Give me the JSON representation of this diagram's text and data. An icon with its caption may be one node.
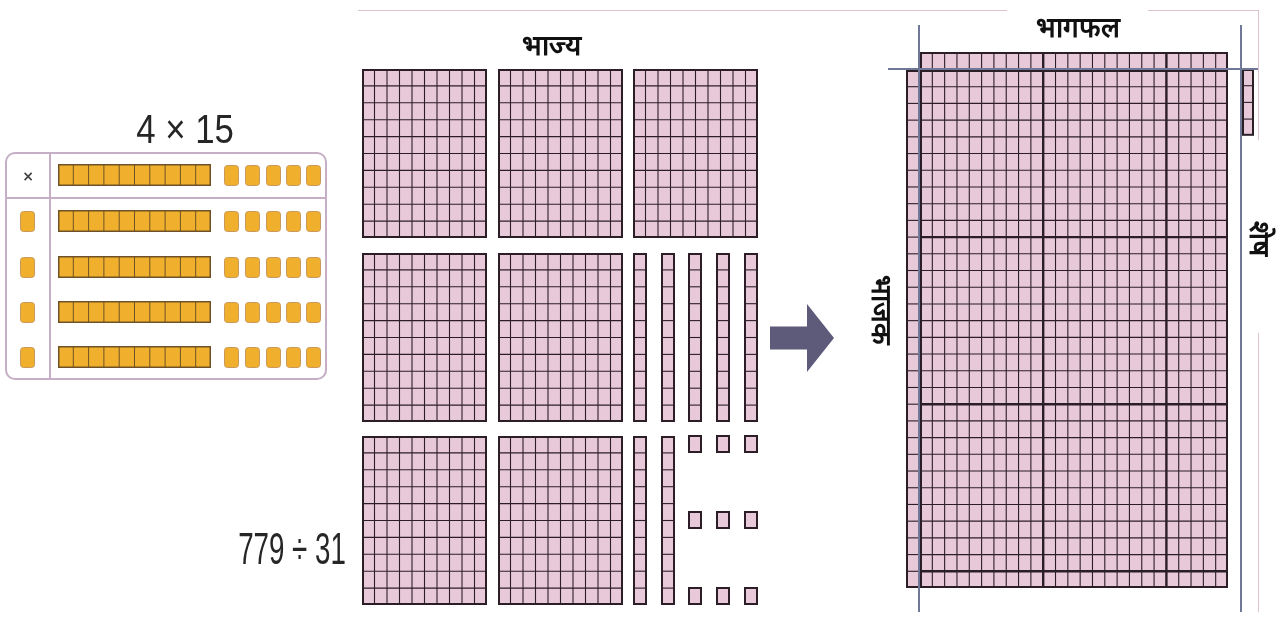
{
  "diagram": {
    "nodes": [
      {
        "text": [
          "4 × 15",
          "×"
        ]
      },
      {
        "text": [
          "भाज्य"
        ],
        "beside": [
          "779 ÷ 31"
        ]
      },
      {
        "text": [
          "भागफल",
          "भाजक",
          "शेष"
        ]
      }
    ],
    "edges": [
      {
        "from": 1,
        "to": 2,
        "arrow": "to"
      }
    ]
  }
}
